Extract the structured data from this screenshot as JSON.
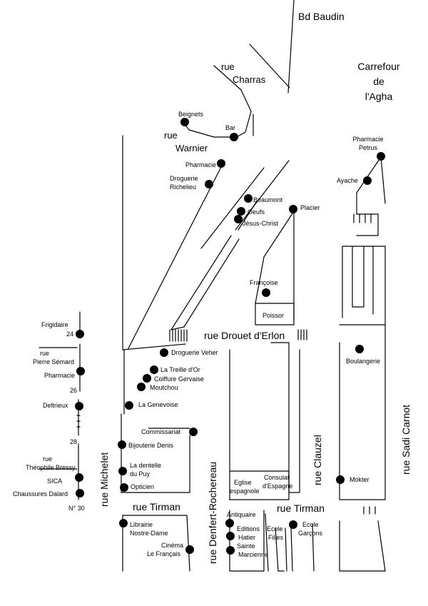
{
  "streets": {
    "bd_baudin": "Bd Baudin",
    "rue_charras_1": "rue",
    "rue_charras_2": "Charras",
    "carrefour_1": "Carrefour",
    "carrefour_2": "de",
    "carrefour_3": "l'Agha",
    "rue_warnier_1": "rue",
    "rue_warnier_2": "Warnier",
    "rue_drouet": "rue Drouet d'Erlon",
    "rue_michelet": "rue Michelet",
    "rue_denfert": "rue Denfert-Rochereau",
    "rue_clauzel": "rue Clauzel",
    "rue_sadi_carnot": "rue Sadi Carnot",
    "rue_tirman_left": "rue Tirman",
    "rue_tirman_right": "rue Tirman",
    "rue_pierre_semard_1": "rue",
    "rue_pierre_semard_2": "Pierre Sémard",
    "rue_theophile_1": "rue",
    "rue_theophile_2": "Théophile Bressy"
  },
  "labels": {
    "beignets": "Beignets",
    "bar": "Bar",
    "pharmacie_top": "Pharmacie",
    "droguerie_1": "Droguerie",
    "droguerie_2": "Richelieu",
    "beaumont": "Beaumont",
    "oeufs": "Oeufs",
    "jesus_christ": "Jésus-Christ",
    "placier": "Placier",
    "pharmacie_petrus_1": "Pharmacie",
    "pharmacie_petrus_2": "Petrus",
    "ayache": "Ayache",
    "francoise": "Françoise",
    "poissor": "Poissor",
    "frigidaire": "Frigidaire",
    "num_24": "24",
    "pharmacie_left": "Pharmacie",
    "num_26": "26",
    "deltrieux": "Deltrieux",
    "num_28": "28",
    "sica": "SICA",
    "chaussures": "Chaussures Dalard",
    "num_30": "N° 30",
    "droguerie_veher": "Droguerie Veher",
    "treille": "La Treille d'Or",
    "coiffure": "Coiffure Gervaise",
    "moutchou": "Moutchou",
    "genevoise": "La Genevoise",
    "commissariat": "Commissariat",
    "bijouterie": "Bijouterie Denis",
    "dentelle_1": "La dentelle",
    "dentelle_2": "du Puy",
    "opticien": "Opticien",
    "librairie_1": "Librairie",
    "librairie_2": "Nostre-Dame",
    "cinema_1": "Cinéma",
    "cinema_2": "Le Français",
    "boulangerie": "Boulangerie",
    "mokter": "Mokter",
    "eglise_1": "Eglise",
    "eglise_2": "espagnole",
    "consulat_1": "Consulat",
    "consulat_2": "d'Espagne",
    "antiquaire": "Antiquaire",
    "editions_1": "Editions",
    "editions_2": "Hatier",
    "sainte_1": "Sainte",
    "sainte_2": "Marcienne",
    "ecole_filles_1": "Ecole",
    "ecole_filles_2": "Filles",
    "ecole_garcons_1": "Ecole",
    "ecole_garcons_2": "Garçons"
  }
}
